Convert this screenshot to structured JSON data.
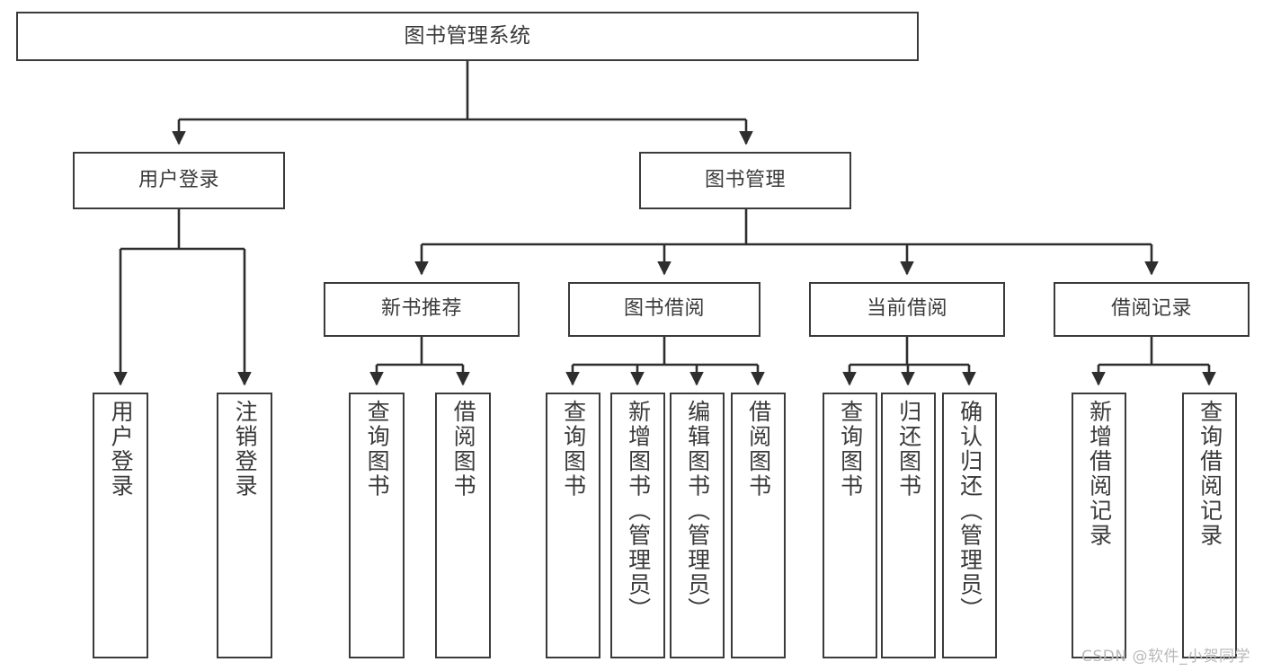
{
  "diagram": {
    "title": "图书管理系统",
    "type": "tree",
    "watermark": "CSDN @软件_小贺同学",
    "colors": {
      "box_border": "#3b3b3b",
      "box_fill": "#ffffff",
      "connector": "#2e2e2e",
      "text": "#3a3a3a",
      "watermark": "#b9b9b9",
      "background": "#ffffff"
    },
    "levels": {
      "level1": {
        "nodes": [
          {
            "id": "root",
            "label": "图书管理系统"
          }
        ]
      },
      "level2": {
        "nodes": [
          {
            "id": "user-login",
            "label": "用户登录",
            "parent": "root"
          },
          {
            "id": "book-manage",
            "label": "图书管理",
            "parent": "root"
          }
        ]
      },
      "level3": {
        "nodes": [
          {
            "id": "new-book-rec",
            "label": "新书推荐",
            "parent": "book-manage"
          },
          {
            "id": "book-borrow",
            "label": "图书借阅",
            "parent": "book-manage"
          },
          {
            "id": "current-borrow",
            "label": "当前借阅",
            "parent": "book-manage"
          },
          {
            "id": "borrow-record",
            "label": "借阅记录",
            "parent": "book-manage"
          }
        ]
      },
      "level4": {
        "nodes": [
          {
            "id": "leaf-user-login",
            "label": "用户登录",
            "parent": "user-login"
          },
          {
            "id": "leaf-user-logout",
            "label": "注销登录",
            "parent": "user-login"
          },
          {
            "id": "leaf-query-book-1",
            "label": "查询图书",
            "parent": "new-book-rec"
          },
          {
            "id": "leaf-borrow-book-1",
            "label": "借阅图书",
            "parent": "new-book-rec"
          },
          {
            "id": "leaf-query-book-2",
            "label": "查询图书",
            "parent": "book-borrow"
          },
          {
            "id": "leaf-add-book",
            "label": "新增图书（管理员）",
            "parent": "book-borrow"
          },
          {
            "id": "leaf-edit-book",
            "label": "编辑图书（管理员）",
            "parent": "book-borrow"
          },
          {
            "id": "leaf-borrow-book-2",
            "label": "借阅图书",
            "parent": "book-borrow"
          },
          {
            "id": "leaf-query-book-3",
            "label": "查询图书",
            "parent": "current-borrow"
          },
          {
            "id": "leaf-return-book",
            "label": "归还图书",
            "parent": "current-borrow"
          },
          {
            "id": "leaf-confirm-return",
            "label": "确认归还（管理员）",
            "parent": "current-borrow"
          },
          {
            "id": "leaf-add-record",
            "label": "新增借阅记录",
            "parent": "borrow-record"
          },
          {
            "id": "leaf-query-record",
            "label": "查询借阅记录",
            "parent": "borrow-record"
          }
        ]
      }
    }
  }
}
